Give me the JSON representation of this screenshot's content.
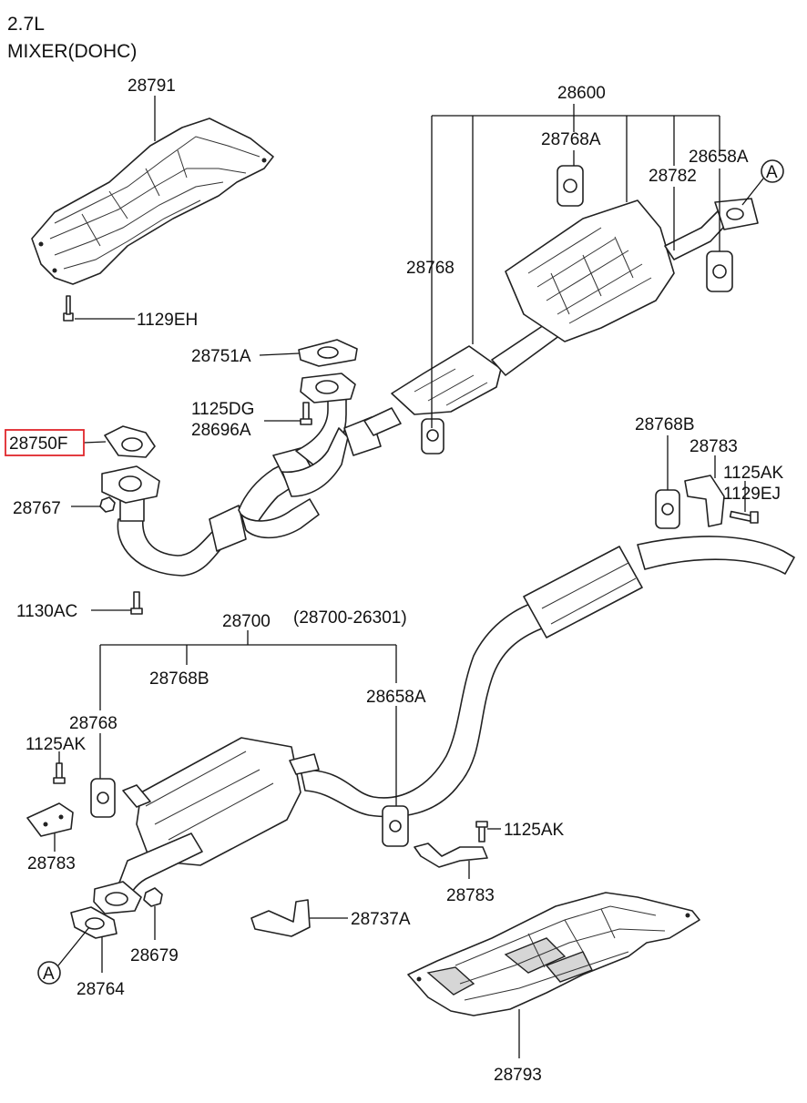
{
  "title": {
    "line1": "2.7L",
    "line2": "MIXER(DOHC)"
  },
  "highlight_color": "#e0262b",
  "labels": {
    "p28791": "28791",
    "p1129EH": "1129EH",
    "p28751A": "28751A",
    "p1125DG": "1125DG",
    "p28696A": "28696A",
    "p28750F": "28750F",
    "p28767": "28767",
    "p1130AC": "1130AC",
    "p28600": "28600",
    "p28768A": "28768A",
    "p28782": "28782",
    "p28658A_top": "28658A",
    "p28768_top": "28768",
    "callout_a_top": "A",
    "p28768B_right": "28768B",
    "p28783_right": "28783",
    "p1125AK_right": "1125AK",
    "p1129EJ": "1129EJ",
    "p28700": "28700",
    "p28700_alt": "(28700-26301)",
    "p28768B_mid": "28768B",
    "p28768_left": "28768",
    "p1125AK_left": "1125AK",
    "p28783_left": "28783",
    "p28658A_mid": "28658A",
    "p1125AK_mid": "1125AK",
    "p28783_mid": "28783",
    "p28737A": "28737A",
    "p28679": "28679",
    "p28764": "28764",
    "callout_a_bottom": "A",
    "p28793": "28793"
  }
}
